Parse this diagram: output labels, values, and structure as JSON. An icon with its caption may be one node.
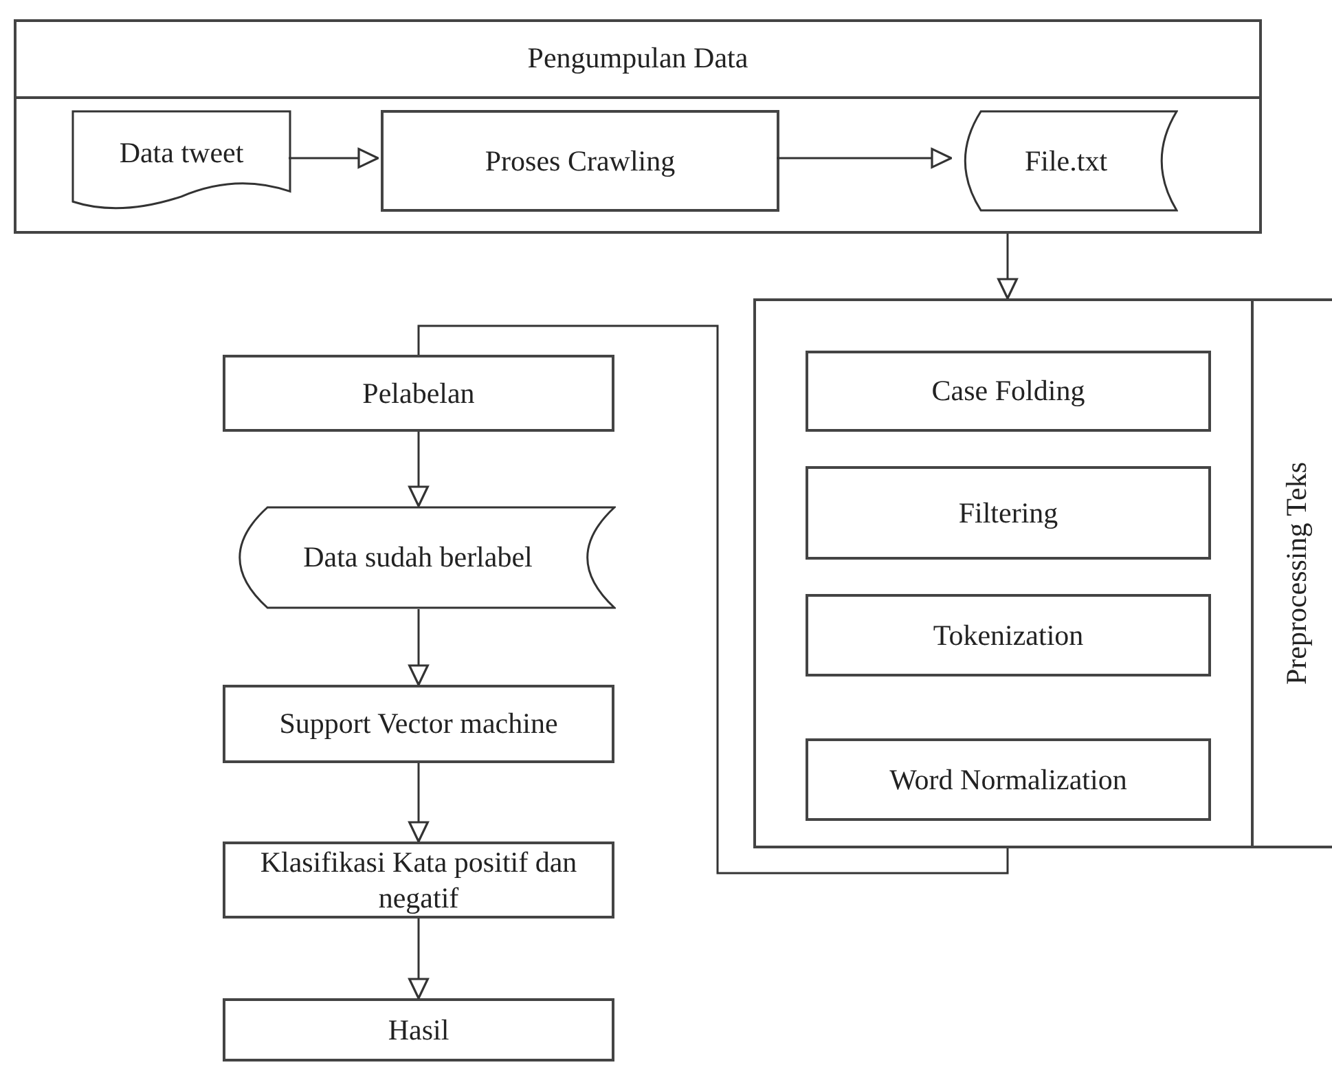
{
  "diagram": {
    "nodes": [
      {
        "text": [
          "Pengumpulan Data"
        ]
      },
      {
        "text": [
          "Data tweet"
        ],
        "in": 0
      },
      {
        "text": [
          "Proses Crawling"
        ],
        "in": 0
      },
      {
        "text": [
          "File.txt"
        ],
        "in": 0
      },
      {
        "text": [
          "Preprocessing Teks"
        ]
      },
      {
        "text": [
          "Case Folding"
        ],
        "in": 4
      },
      {
        "text": [
          "Filtering"
        ],
        "in": 4
      },
      {
        "text": [
          "Tokenization"
        ],
        "in": 4
      },
      {
        "text": [
          "Word Normalization"
        ],
        "in": 4
      },
      {
        "text": [
          "Pelabelan"
        ]
      },
      {
        "text": [
          "Data sudah berlabel"
        ]
      },
      {
        "text": [
          "Support Vector machine"
        ]
      },
      {
        "text": [
          "Klasifikasi Kata positif dan negatif"
        ]
      },
      {
        "text": [
          "Hasil"
        ]
      }
    ],
    "edges": [
      {
        "from": 1,
        "to": 2,
        "arrow": "to"
      },
      {
        "from": 2,
        "to": 3,
        "arrow": "to"
      },
      {
        "from": 0,
        "to": 4,
        "arrow": "to"
      },
      {
        "from": 4,
        "to": 9,
        "arrow": "none"
      },
      {
        "from": 9,
        "to": 10,
        "arrow": "to"
      },
      {
        "from": 10,
        "to": 11,
        "arrow": "to"
      },
      {
        "from": 11,
        "to": 12,
        "arrow": "to"
      },
      {
        "from": 12,
        "to": 13,
        "arrow": "to"
      }
    ]
  }
}
